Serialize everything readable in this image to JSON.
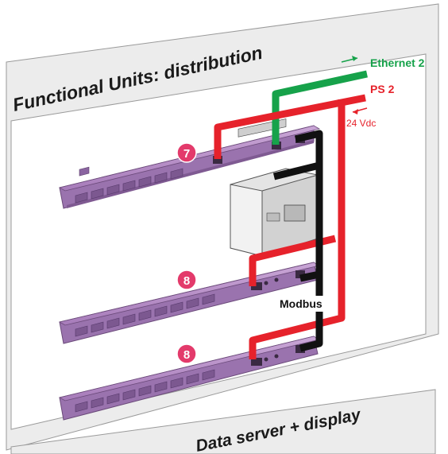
{
  "panel_top": {
    "title": "Functional Units: distribution"
  },
  "panel_bottom": {
    "title": "Data server + display"
  },
  "labels": {
    "ethernet": "Ethernet 2",
    "ps": "PS 2",
    "voltage": "24 Vdc",
    "modbus": "Modbus"
  },
  "badges": [
    "7",
    "8",
    "8"
  ],
  "colors": {
    "ethernet": "#16a24a",
    "power": "#e6222b",
    "modbus": "#111111",
    "module": "#b38cc4",
    "badge": "#e33a6b"
  }
}
